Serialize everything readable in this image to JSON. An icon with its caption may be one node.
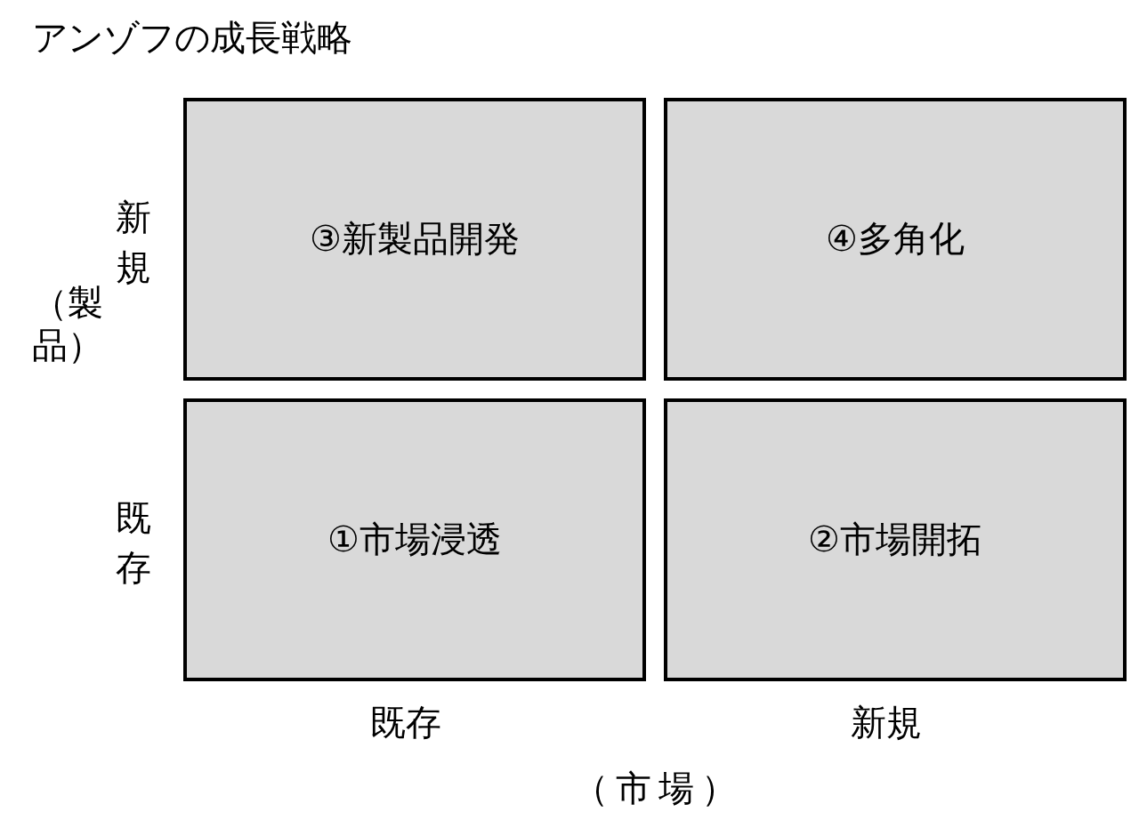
{
  "diagram": {
    "title": "アンゾフの成長戦略",
    "nodes": [
      {
        "text": [
          "③新製品開発"
        ]
      },
      {
        "text": [
          "④多角化"
        ]
      },
      {
        "text": [
          "①市場浸透"
        ]
      },
      {
        "text": [
          "②市場開拓"
        ]
      }
    ],
    "labels": [
      "新規",
      "（製品）",
      "既存",
      "既存",
      "新規",
      "（市場）"
    ]
  }
}
